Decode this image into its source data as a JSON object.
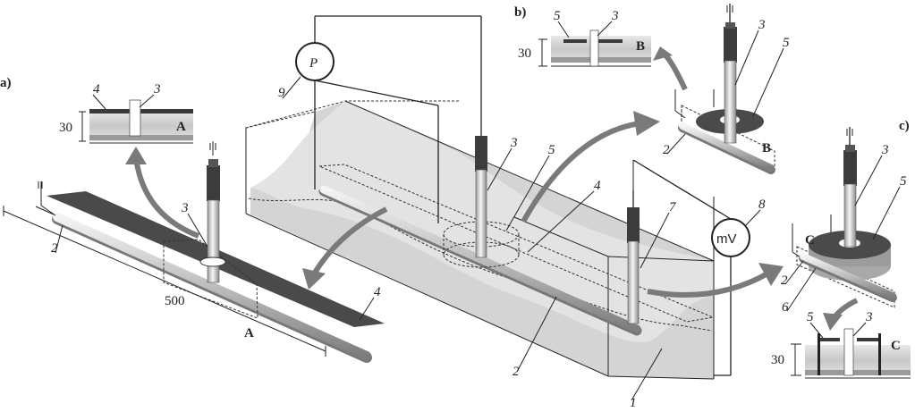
{
  "panels": {
    "a": "a)",
    "b": "b)",
    "c": "c)"
  },
  "devices": {
    "P": "P",
    "mV": "mV"
  },
  "numbers": {
    "n1": "1",
    "n2": "2",
    "n3": "3",
    "n4": "4",
    "n5": "5",
    "n6": "6",
    "n7": "7",
    "n8": "8",
    "n9": "9"
  },
  "sections": {
    "A": "A",
    "B": "B",
    "C": "C"
  },
  "dimensions": {
    "d500": "500",
    "d30": "30"
  },
  "colors": {
    "strip": "#4a4a4a",
    "box_fill": "#d9d9d9",
    "arrow": "#7a7a7a",
    "electrode_cap": "#3c3c3c"
  }
}
